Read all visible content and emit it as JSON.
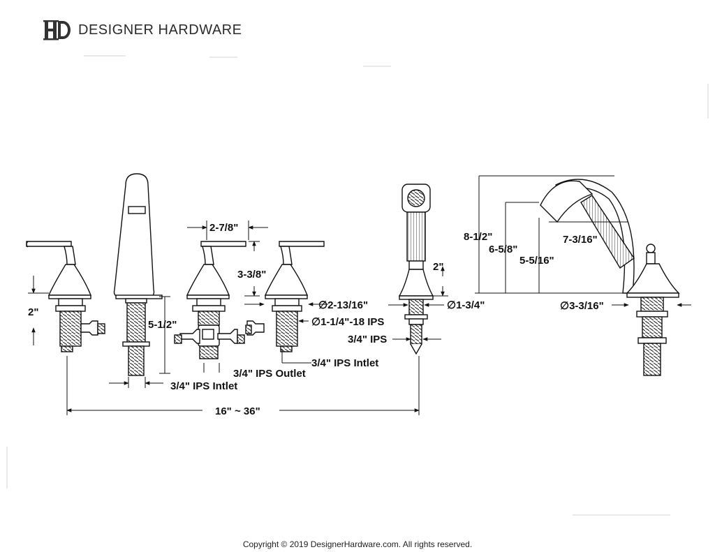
{
  "brand": {
    "logo_icon": "dh-monogram-icon",
    "name": "DESIGNER HARDWARE"
  },
  "dimensions": {
    "left_handle_height": "2\"",
    "spout_shank": "5-1/2\"",
    "handle_spread": "2-7/8\"",
    "handle_height": "3-3/8\"",
    "escutcheon_dia": "∅2-13/16\"",
    "shank_thread": "∅1-1/4\"-18 IPS",
    "inlet_right": "3/4\" IPS Intlet",
    "outlet": "3/4\" IPS Outlet",
    "inlet_left": "3/4\" IPS Intlet",
    "overall_spread": "16\" ~ 36\"",
    "shower_base_height": "2\"",
    "shower_base_dia": "∅1-3/4\"",
    "shower_ips": "3/4\" IPS",
    "cradle_height": "8-1/2\"",
    "cradle_mid": "6-5/8\"",
    "cradle_low": "5-5/16\"",
    "cradle_reach": "7-3/16\"",
    "cradle_base_dia": "∅3-3/16\""
  },
  "footer": {
    "copyright": "Copyright © 2019 DesignerHardware.com. All rights reserved."
  }
}
